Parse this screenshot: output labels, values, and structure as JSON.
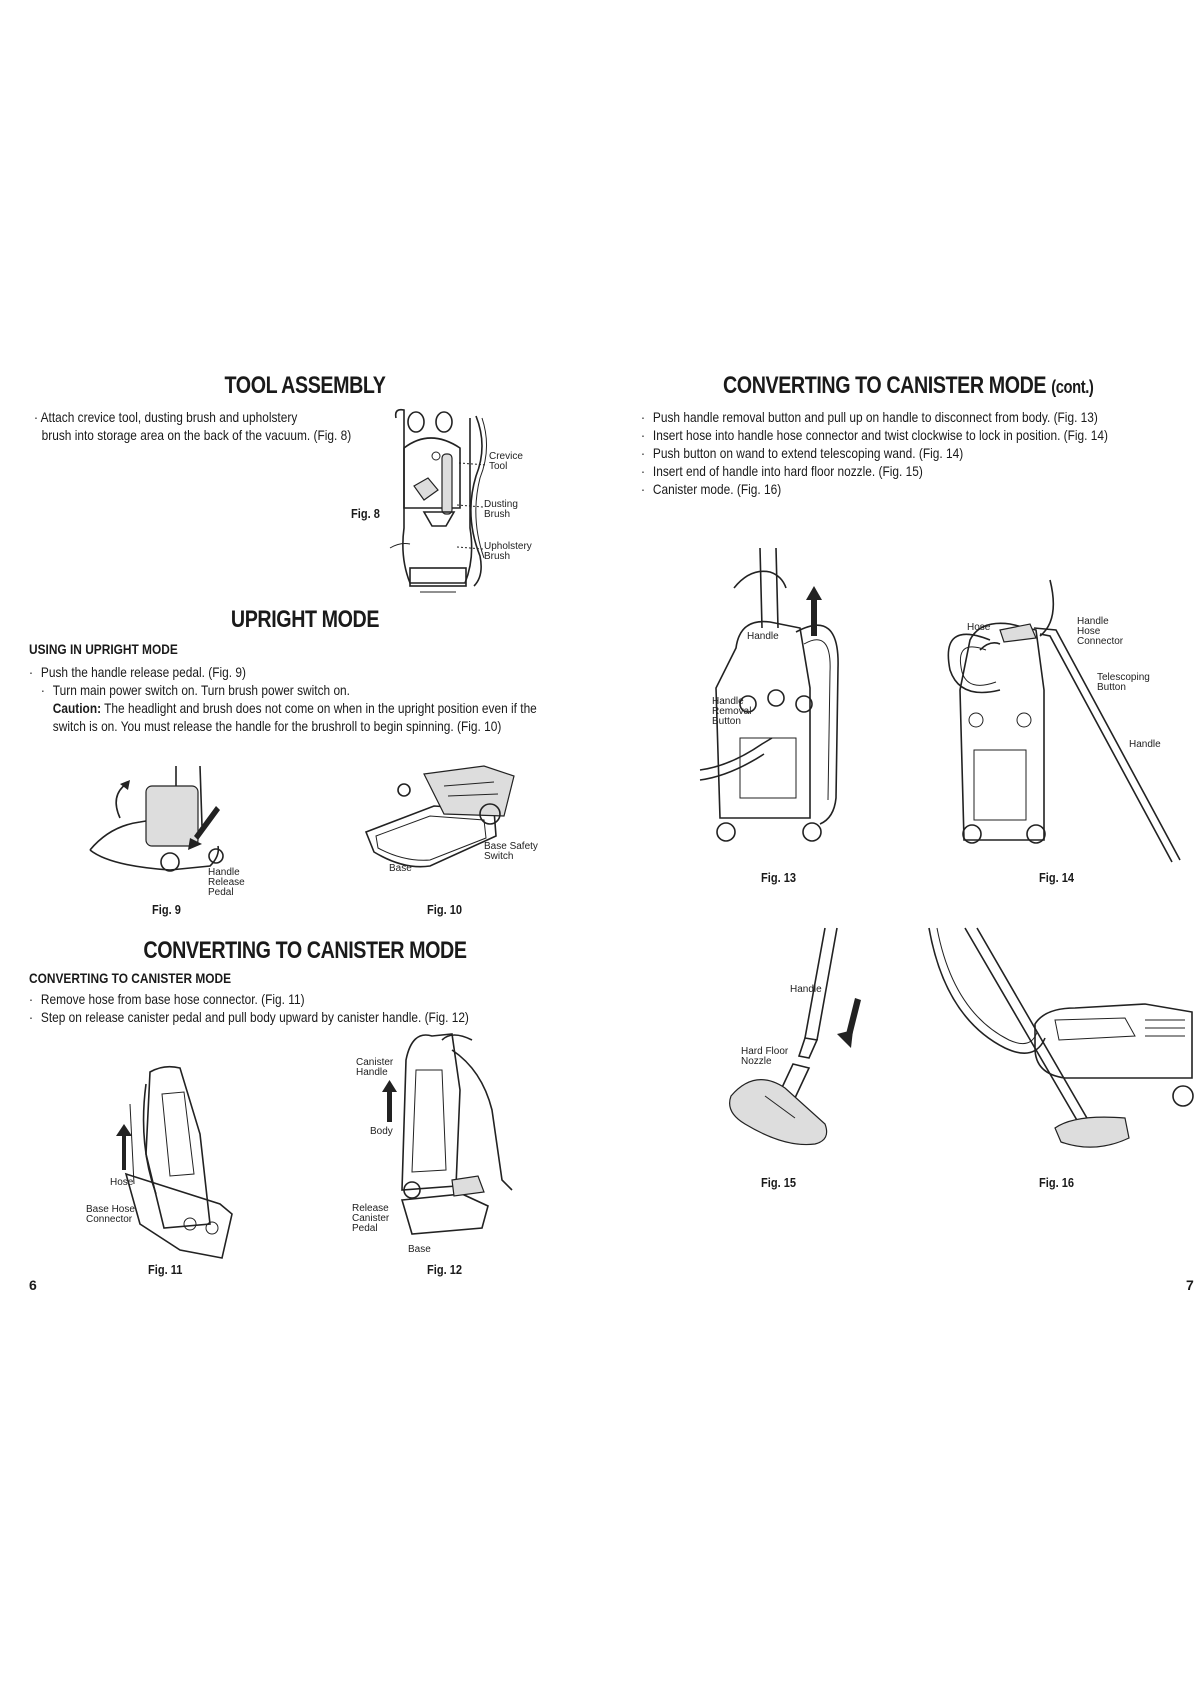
{
  "left": {
    "tool_assembly": {
      "title": "TOOL ASSEMBLY",
      "bullet": "· Attach crevice tool, dusting brush and upholstery",
      "bullet_cont": "brush into storage area on the back of the vacuum. (Fig. 8)",
      "fig": "Fig. 8",
      "labels": {
        "crevice": "Crevice\nTool",
        "dusting": "Dusting\nBrush",
        "upholstery": "Upholstery\nBrush"
      }
    },
    "upright": {
      "title": "UPRIGHT MODE",
      "subtitle": "USING IN UPRIGHT MODE",
      "bullet1": "Push the handle release pedal. (Fig. 9)",
      "bullet2": "Turn main power switch on. Turn brush power switch on.",
      "caution_label": "Caution:",
      "caution_text": " The headlight and brush does not come on when in the upright position even if the",
      "caution_text2": "switch is on. You must release the handle for the brushroll to begin spinning. (Fig. 10)",
      "fig9": "Fig. 9",
      "fig10": "Fig. 10",
      "labels": {
        "handle_release": "Handle\nRelease\nPedal",
        "base": "Base",
        "base_safety": "Base Safety\nSwitch"
      }
    },
    "canister": {
      "title": "CONVERTING TO CANISTER MODE",
      "subtitle": "CONVERTING TO CANISTER MODE",
      "bullet1": "Remove hose from base hose connector. (Fig. 11)",
      "bullet2": "Step on release canister pedal and pull body upward by canister handle. (Fig. 12)",
      "fig11": "Fig. 11",
      "fig12": "Fig. 12",
      "labels": {
        "hose": "Hose",
        "base_hose": "Base Hose\nConnector",
        "canister_handle": "Canister\nHandle",
        "body": "Body",
        "release": "Release\nCanister\nPedal",
        "base": "Base"
      }
    },
    "page_number": "6"
  },
  "right": {
    "title": "CONVERTING TO CANISTER MODE",
    "title_suffix": "(cont.)",
    "bullets": [
      "Push handle removal button and pull up on handle to disconnect from body. (Fig. 13)",
      "Insert hose into handle hose connector and twist clockwise to lock in position. (Fig. 14)",
      "Push button on wand to extend telescoping wand. (Fig. 14)",
      "Insert end of handle into hard floor nozzle. (Fig. 15)",
      "Canister mode. (Fig. 16)"
    ],
    "fig13": "Fig. 13",
    "fig14": "Fig. 14",
    "fig15": "Fig. 15",
    "fig16": "Fig. 16",
    "labels": {
      "handle13": "Handle",
      "removal": "Handle\nRemoval\nButton",
      "hose14": "Hose",
      "hose_connector": "Handle\nHose\nConnector",
      "telescoping": "Telescoping\nButton",
      "handle14": "Handle",
      "handle15": "Handle",
      "nozzle": "Hard Floor\nNozzle"
    },
    "page_number": "7"
  }
}
